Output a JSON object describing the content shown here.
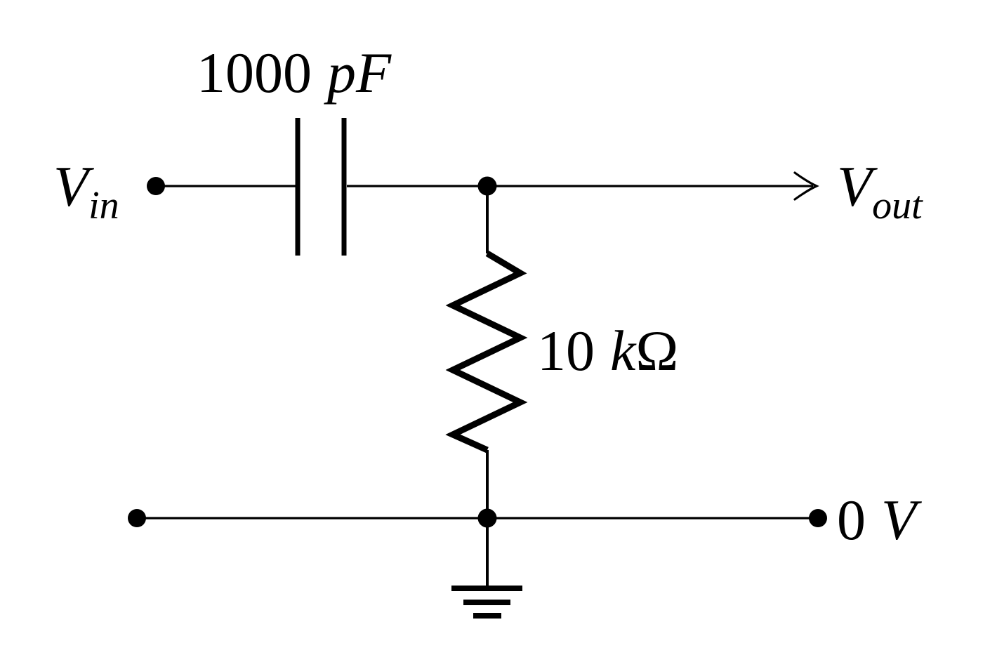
{
  "diagram_type": "circuit-schematic",
  "colors": {
    "background": "#ffffff",
    "stroke": "#000000"
  },
  "labels": {
    "vin": {
      "base": "V",
      "sub": "in"
    },
    "vout": {
      "base": "V",
      "sub": "out"
    },
    "capacitor": {
      "value": "1000",
      "unit": "pF"
    },
    "resistor": {
      "value": "10",
      "unit_prefix": "k",
      "unit_symbol": "Ω"
    },
    "rail": {
      "value": "0",
      "unit": "V"
    }
  },
  "components": {
    "capacitor": {
      "kind": "capacitor",
      "label": "1000 pF"
    },
    "resistor": {
      "kind": "resistor",
      "label": "10 kΩ"
    },
    "ground": {
      "kind": "earth-ground"
    },
    "input_terminal": {
      "label": "Vin"
    },
    "output_terminal": {
      "label": "Vout"
    },
    "reference_rail": {
      "label": "0 V"
    }
  },
  "icons": {
    "ground": "ground-icon",
    "output_arrow": "arrow-right-icon",
    "node": "junction-dot"
  }
}
